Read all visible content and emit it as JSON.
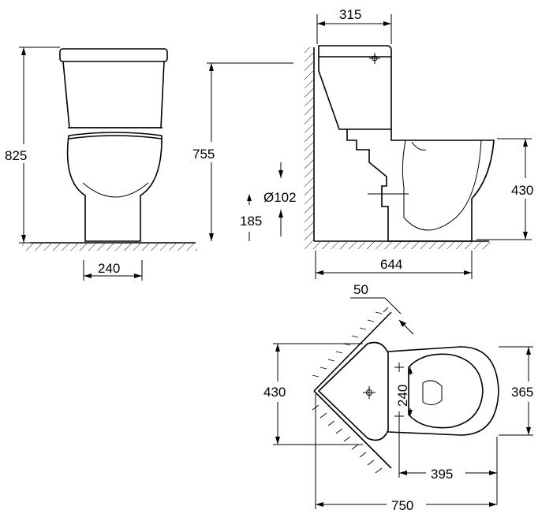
{
  "dimensions": {
    "front_height": "825",
    "front_base_width": "240",
    "side_floor_to_top": "755",
    "waste_diameter": "Ø102",
    "waste_height": "185",
    "tank_depth": "315",
    "seat_height": "430",
    "overall_projection": "644",
    "corner_gap": "50",
    "plan_width": "430",
    "plan_bowl_width": "365",
    "fixing_spacing": "240",
    "fixing_to_front": "395",
    "plan_length": "750"
  }
}
